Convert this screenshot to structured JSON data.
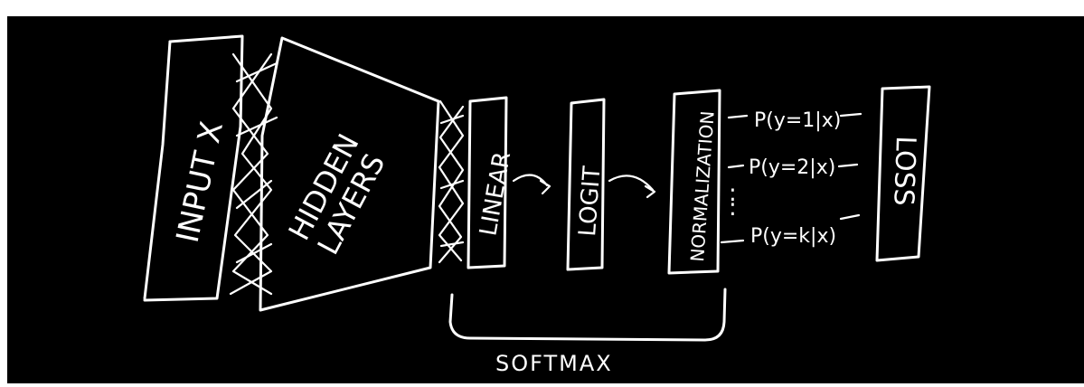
{
  "diagram": {
    "colors": {
      "background": "#000000",
      "ink": "#ffffff",
      "page": "#ffffff"
    },
    "nodes": {
      "input": "INPUT X",
      "hidden": [
        "HIDDEN",
        "LAYERS"
      ],
      "linear": "LINEAR",
      "logit": "LOGIT",
      "normalization": "NORMALIZATION",
      "loss": "LOSS"
    },
    "outputs": [
      "P(y=1|x)",
      "P(y=2|x)",
      "P(y=k|x)"
    ],
    "ellipsis": ":",
    "bracket_label": "SOFTMAX"
  }
}
